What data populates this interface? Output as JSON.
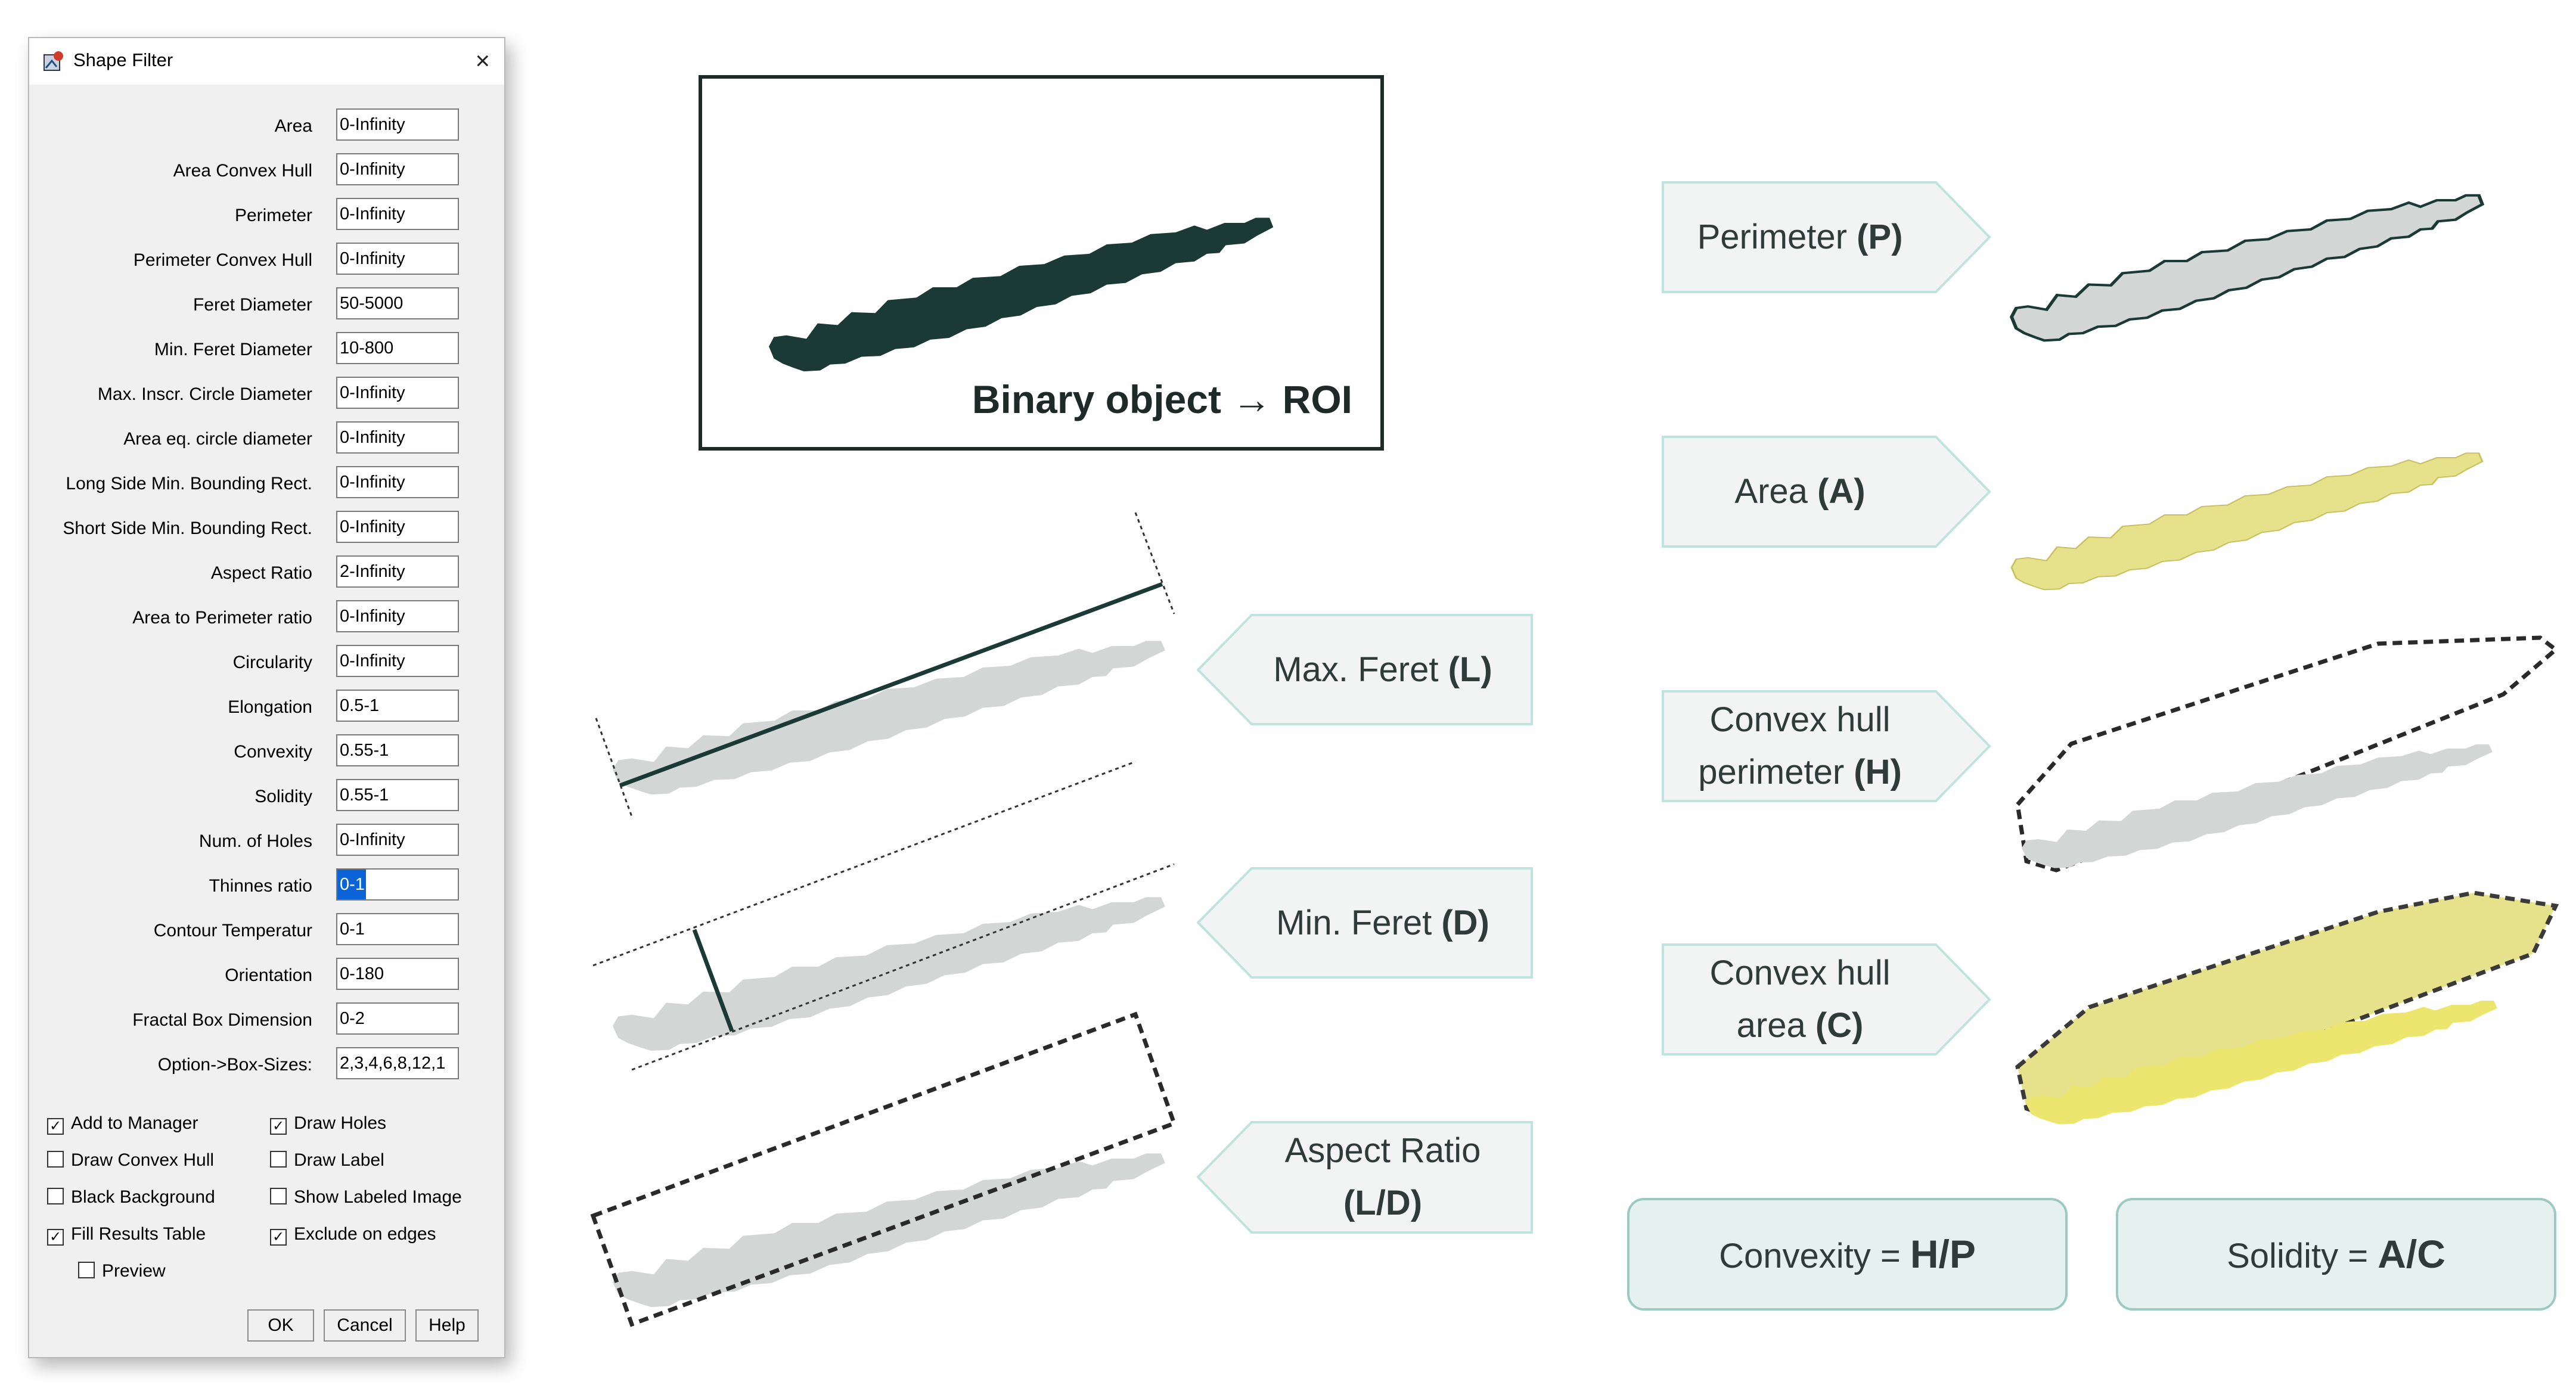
{
  "dialog": {
    "title": "Shape Filter",
    "close_glyph": "×",
    "fields": [
      {
        "label": "Area",
        "value": "0-Infinity"
      },
      {
        "label": "Area Convex Hull",
        "value": "0-Infinity"
      },
      {
        "label": "Perimeter",
        "value": "0-Infinity"
      },
      {
        "label": "Perimeter Convex Hull",
        "value": "0-Infinity"
      },
      {
        "label": "Feret Diameter",
        "value": "50-5000"
      },
      {
        "label": "Min. Feret Diameter",
        "value": "10-800"
      },
      {
        "label": "Max. Inscr. Circle Diameter",
        "value": "0-Infinity"
      },
      {
        "label": "Area eq. circle diameter",
        "value": "0-Infinity"
      },
      {
        "label": "Long Side Min. Bounding Rect.",
        "value": "0-Infinity"
      },
      {
        "label": "Short Side Min. Bounding Rect.",
        "value": "0-Infinity"
      },
      {
        "label": "Aspect Ratio",
        "value": "2-Infinity"
      },
      {
        "label": "Area to Perimeter ratio",
        "value": "0-Infinity"
      },
      {
        "label": "Circularity",
        "value": "0-Infinity"
      },
      {
        "label": "Elongation",
        "value": "0.5-1"
      },
      {
        "label": "Convexity",
        "value": "0.55-1"
      },
      {
        "label": "Solidity",
        "value": "0.55-1"
      },
      {
        "label": "Num. of Holes",
        "value": "0-Infinity"
      },
      {
        "label": "Thinnes ratio",
        "value": "0-1"
      },
      {
        "label": "Contour Temperatur",
        "value": "0-1"
      },
      {
        "label": "Orientation",
        "value": "0-180"
      },
      {
        "label": "Fractal Box Dimension",
        "value": "0-2"
      },
      {
        "label": "Option->Box-Sizes:",
        "value": "2,3,4,6,8,12,1"
      }
    ],
    "checkboxes": {
      "add_to_manager": {
        "label": "Add to Manager",
        "checked": true
      },
      "draw_holes": {
        "label": "Draw Holes",
        "checked": true
      },
      "draw_convex_hull": {
        "label": "Draw Convex Hull",
        "checked": false
      },
      "draw_label": {
        "label": "Draw Label",
        "checked": false
      },
      "black_background": {
        "label": "Black Background",
        "checked": false
      },
      "show_labeled_image": {
        "label": "Show Labeled Image",
        "checked": false
      },
      "fill_results_table": {
        "label": "Fill Results Table",
        "checked": true
      },
      "exclude_on_edges": {
        "label": "Exclude on edges",
        "checked": true
      },
      "preview": {
        "label": "Preview",
        "checked": false
      }
    },
    "buttons": {
      "ok": "OK",
      "cancel": "Cancel",
      "help": "Help"
    }
  },
  "figure": {
    "binary_object": {
      "text": "Binary object",
      "arrow": "→",
      "roi": "ROI"
    },
    "labels": {
      "perimeter": {
        "text": "Perimeter",
        "symbol": "(P)"
      },
      "area": {
        "text": "Area",
        "symbol": "(A)"
      },
      "convex_hull_perimeter": {
        "line1": "Convex hull",
        "line2": "perimeter",
        "symbol": "(H)"
      },
      "convex_hull_area": {
        "line1": "Convex hull",
        "line2": "area",
        "symbol": "(C)"
      },
      "max_feret": {
        "text": "Max. Feret",
        "symbol": "(L)"
      },
      "min_feret": {
        "text": "Min. Feret",
        "symbol": "(D)"
      },
      "aspect_ratio": {
        "line1": "Aspect Ratio",
        "symbol": "(L/D)"
      }
    },
    "formulas": {
      "convexity": {
        "name": "Convexity",
        "op": "=",
        "expr": "H/P"
      },
      "solidity": {
        "name": "Solidity",
        "op": "=",
        "expr": "A/C"
      }
    },
    "colors": {
      "dark_object": "#1b3a36",
      "grey_fill": "#d2d6d5",
      "yellow_fill": "#e6e28c",
      "yellow_bright": "#ede66e",
      "label_fill": "#f2f4f4",
      "label_border": "#bfe3dd",
      "formula_fill": "#e4f1ef",
      "formula_border": "#9cc9c2"
    }
  }
}
